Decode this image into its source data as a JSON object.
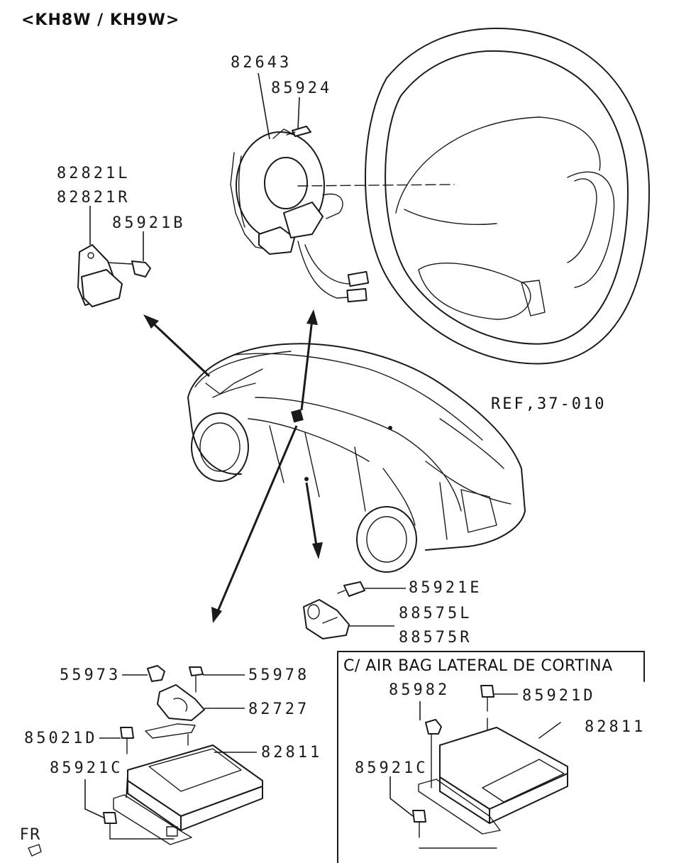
{
  "title": "<KH8W / KH9W>",
  "reference": "REF,37-010",
  "inset_title": "C/ AIR BAG LATERAL DE CORTINA",
  "front_mark": "FR",
  "part_labels": {
    "clock_spring": "82643",
    "clock_spring_screw": "85924",
    "side_sensor_l": "82821L",
    "side_sensor_r": "82821R",
    "side_sensor_bolt": "85921B",
    "rear_sensor_bolt": "85921E",
    "rear_sensor_l": "88575L",
    "rear_sensor_r": "88575R",
    "nut": "55973",
    "bolt_55978": "55978",
    "bracket": "82727",
    "bolt_d": "85021D",
    "ecu": "82811",
    "bolt_c": "85921C",
    "inset_nut": "85982",
    "inset_bolt_d": "85921D",
    "inset_ecu": "82811",
    "inset_bolt_c": "85921C"
  }
}
